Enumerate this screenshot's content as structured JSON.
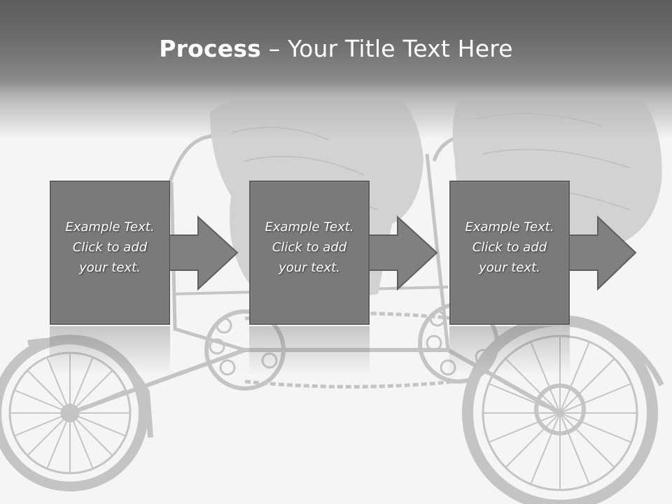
{
  "title": {
    "bold": "Process",
    "rest": " – Your Title Text Here"
  },
  "steps": [
    {
      "text": "Example Text.\nClick  to add\nyour text."
    },
    {
      "text": "Example Text.\nClick  to add\nyour text."
    },
    {
      "text": "Example Text.\nClick  to add\nyour text."
    }
  ],
  "colors": {
    "box": "#7a7a7a",
    "arrow": "#808080",
    "header": "#5c5c5c"
  }
}
